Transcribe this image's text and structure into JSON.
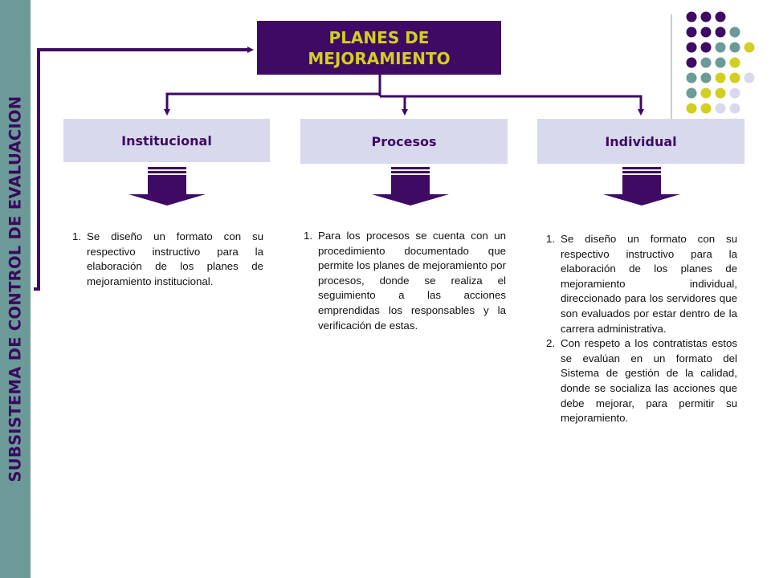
{
  "sidebar": {
    "title": "SUBSISTEMA DE CONTROL DE EVALUACION"
  },
  "title": {
    "line1": "PLANES DE",
    "line2": "MEJORAMIENTO"
  },
  "categories": [
    {
      "label": "Institucional",
      "items": [
        {
          "num": "1.",
          "text": "Se diseño un formato con su respectivo instructivo para la elaboración de los planes de mejoramiento institucional."
        }
      ]
    },
    {
      "label": "Procesos",
      "items": [
        {
          "num": "1.",
          "text": "Para los procesos se cuenta con un procedimiento documentado que permite los planes de mejoramiento por procesos, donde se realiza el seguimiento a las acciones emprendidas los responsables y la verificación de estas."
        }
      ]
    },
    {
      "label": "Individual",
      "items": [
        {
          "num": "1.",
          "text": "Se diseño un formato con su respectivo instructivo para la elaboración de los planes de mejoramiento individual, direccionado para los servidores que son evaluados por estar dentro de la carrera administrativa."
        },
        {
          "num": "2.",
          "text": "Con respeto a los contratistas estos se evalúan en un formato del Sistema de gestión de la calidad, donde se socializa las acciones que debe mejorar, para permitir su mejoramiento."
        }
      ]
    }
  ],
  "colors": {
    "purple": "#3e0a63",
    "yellow": "#d2cf22",
    "teal": "#6b9a98",
    "lavender": "#d9d9ee"
  }
}
